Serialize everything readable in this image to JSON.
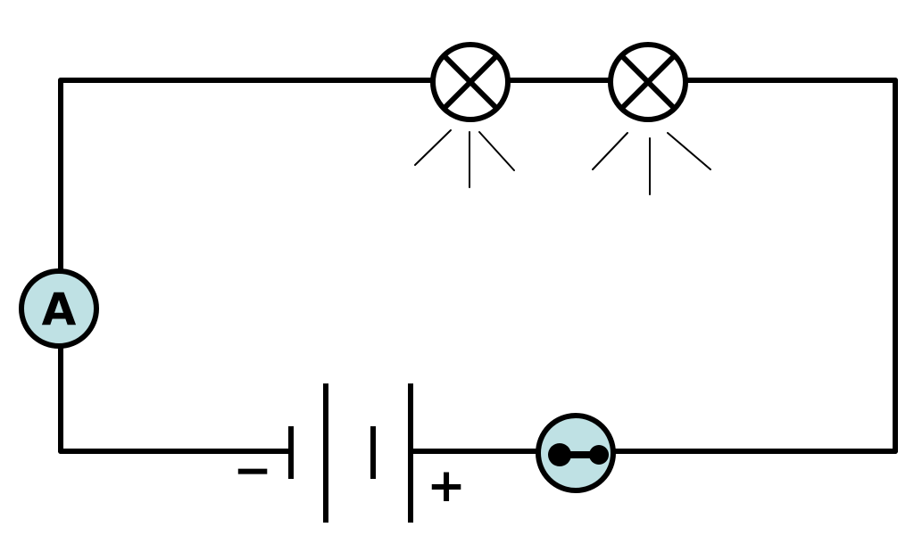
{
  "colors": {
    "wire": "#000000",
    "meter_fill": "#bfe1e4",
    "lamp_fill": "#ffffff"
  },
  "ammeter": {
    "symbol": "A",
    "icon": "ammeter-icon"
  },
  "battery": {
    "negative_label": "−",
    "positive_label": "+",
    "cells": 2,
    "icon": "battery-icon"
  },
  "lamps": [
    {
      "icon": "lamp-icon"
    },
    {
      "icon": "lamp-icon"
    }
  ],
  "switch": {
    "state": "closed",
    "icon": "switch-icon"
  }
}
